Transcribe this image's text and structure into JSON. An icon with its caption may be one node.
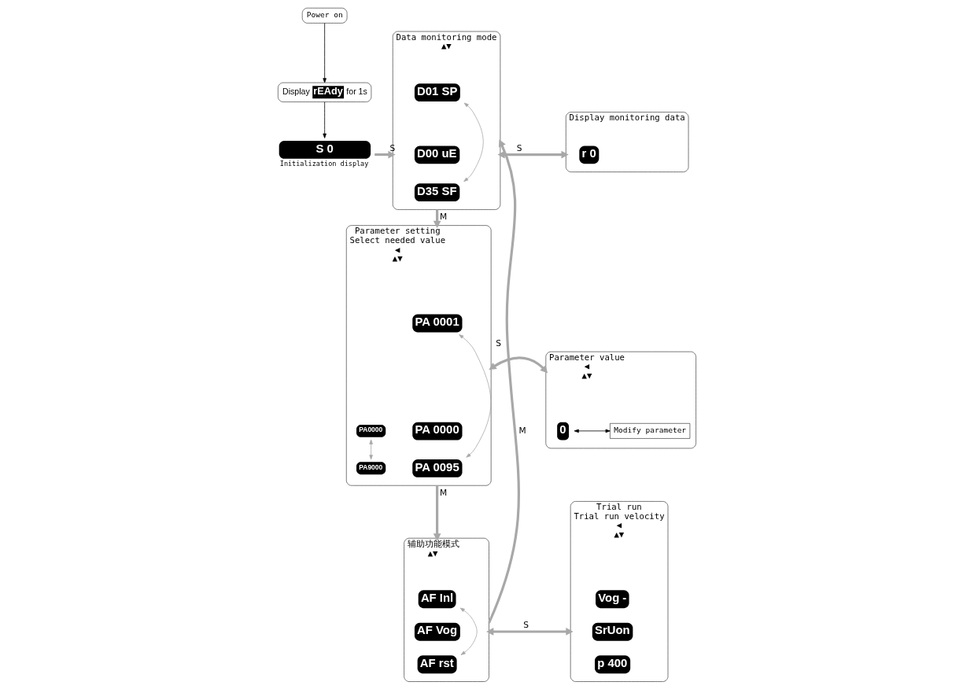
{
  "diagram": {
    "nodes": [
      {
        "text": [
          "Power on"
        ]
      },
      {
        "text": [
          "Display",
          "rEAdy",
          "for 1s"
        ]
      },
      {
        "text": [
          "S 0"
        ],
        "beside": [
          "Initialization display"
        ]
      },
      {
        "text": [
          "Data monitoring mode",
          "▲▼"
        ]
      },
      {
        "text": [
          "D01 SP"
        ],
        "in": 3
      },
      {
        "text": [
          "D00 uE"
        ],
        "in": 3
      },
      {
        "text": [
          "D35 SF"
        ],
        "in": 3
      },
      {
        "text": [
          "Display monitoring data"
        ]
      },
      {
        "text": [
          "r 0"
        ],
        "in": 7
      },
      {
        "text": [
          "Parameter setting",
          "Select needed value",
          "◀",
          "▲▼"
        ]
      },
      {
        "text": [
          "PA 0001"
        ],
        "in": 9
      },
      {
        "text": [
          "PA0000"
        ],
        "in": 9
      },
      {
        "text": [
          "PA 0000"
        ],
        "in": 9
      },
      {
        "text": [
          "PA9000"
        ],
        "in": 9
      },
      {
        "text": [
          "PA 0095"
        ],
        "in": 9
      },
      {
        "text": [
          "Parameter value",
          "◀",
          "▲▼"
        ]
      },
      {
        "text": [
          "0"
        ],
        "in": 15
      },
      {
        "text": [
          "Modify parameter"
        ],
        "in": 15
      },
      {
        "text": [
          "辅助功能模式",
          "▲▼"
        ]
      },
      {
        "text": [
          "AF Inl"
        ],
        "in": 18
      },
      {
        "text": [
          "AF Vog"
        ],
        "in": 18
      },
      {
        "text": [
          "AF rst"
        ],
        "in": 18
      },
      {
        "text": [
          "Trial run",
          "Trial run velocity",
          "◀",
          "▲▼"
        ]
      },
      {
        "text": [
          "Vog -"
        ],
        "in": 22
      },
      {
        "text": [
          "SrUon"
        ],
        "in": 22
      },
      {
        "text": [
          "p 400"
        ],
        "in": 22
      }
    ],
    "edges": [
      {
        "from": 0,
        "to": 1,
        "arrow": "to",
        "color": "#000000"
      },
      {
        "from": 1,
        "to": 2,
        "arrow": "to",
        "color": "#000000"
      },
      {
        "from": 2,
        "to": 3,
        "arrow": "to",
        "label": "S",
        "style": "thick"
      },
      {
        "from": 3,
        "to": 7,
        "arrow": "both",
        "label": "S",
        "style": "thick"
      },
      {
        "from": 3,
        "to": 9,
        "arrow": "to",
        "label": "M",
        "style": "thick"
      },
      {
        "from": 9,
        "to": 15,
        "arrow": "both",
        "label": "S",
        "style": "thick"
      },
      {
        "from": 9,
        "to": 18,
        "arrow": "to",
        "label": "M",
        "style": "thick"
      },
      {
        "from": 18,
        "to": 22,
        "arrow": "both",
        "label": "S",
        "style": "thick"
      },
      {
        "from": 18,
        "to": 3,
        "arrow": "to",
        "label": "M",
        "style": "thick"
      },
      {
        "from": 4,
        "to": 6,
        "arrow": "both"
      },
      {
        "from": 10,
        "to": 14,
        "arrow": "both"
      },
      {
        "from": 11,
        "to": 13,
        "arrow": "both"
      },
      {
        "from": 19,
        "to": 21,
        "arrow": "both"
      },
      {
        "from": 16,
        "to": 17,
        "arrow": "both",
        "color": "#000000"
      }
    ]
  }
}
